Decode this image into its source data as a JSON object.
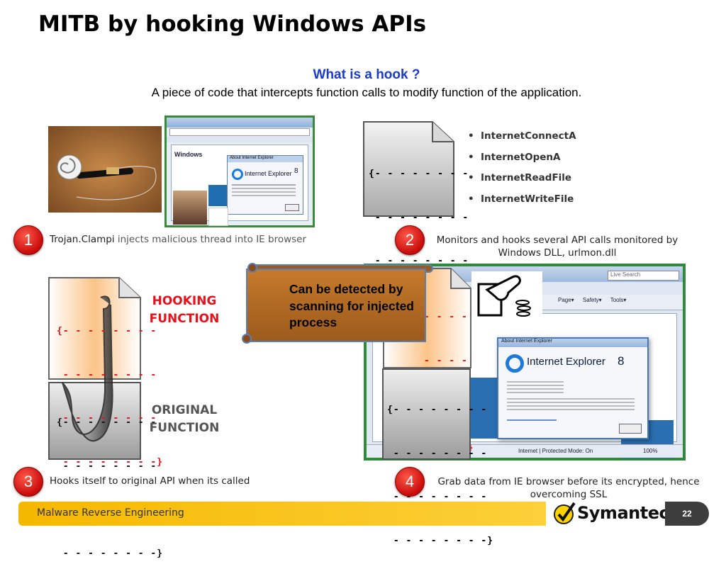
{
  "slide": {
    "title": "MITB by hooking Windows APIs",
    "question": "What is a hook ?",
    "definition": "A piece of code that intercepts function calls to modify function of the application."
  },
  "steps": [
    {
      "number": "1",
      "caption_bold": "Trojan.Clampi",
      "caption": " injects malicious thread into IE browser"
    },
    {
      "number": "2",
      "caption": "Monitors and hooks several API calls monitored by Windows DLL, urlmon.dll"
    },
    {
      "number": "3",
      "caption": "Hooks itself to original API when its called"
    },
    {
      "number": "4",
      "caption": "Grab data from IE browser before its encrypted, hence overcoming SSL"
    }
  ],
  "api_calls": [
    "InternetConnectA",
    "InternetOpenA",
    "InternetReadFile",
    "InternetWriteFile"
  ],
  "code_block": [
    "{- - - - - - - -",
    " - - - - - - - -",
    " - - - - - - - -",
    " - - - - - - - -}"
  ],
  "hooking_label": "HOOKING\nFUNCTION",
  "original_label": "ORIGINAL\nFUNCTION",
  "callout": "Can be detected by scanning for injected process",
  "screenshot_text": {
    "windows": "Windows",
    "ie_brand": "Internet Explorer",
    "ie_version": "8",
    "ie_small_brand": "Internet Explorer",
    "popup_title": "About Internet Explorer",
    "status_bar": "Internet | Protected Mode: On",
    "zoom": "100%"
  },
  "footer": {
    "course": "Malware Reverse Engineering",
    "brand": "Symantec",
    "page": "22"
  },
  "colors": {
    "question_blue": "#1a3ccc",
    "hook_red": "#e8101a",
    "original_gray": "#555555",
    "footer_yellow": "#f5b800",
    "callout_brown": "#b5651d",
    "step_badge_red": "#d81e1e"
  }
}
